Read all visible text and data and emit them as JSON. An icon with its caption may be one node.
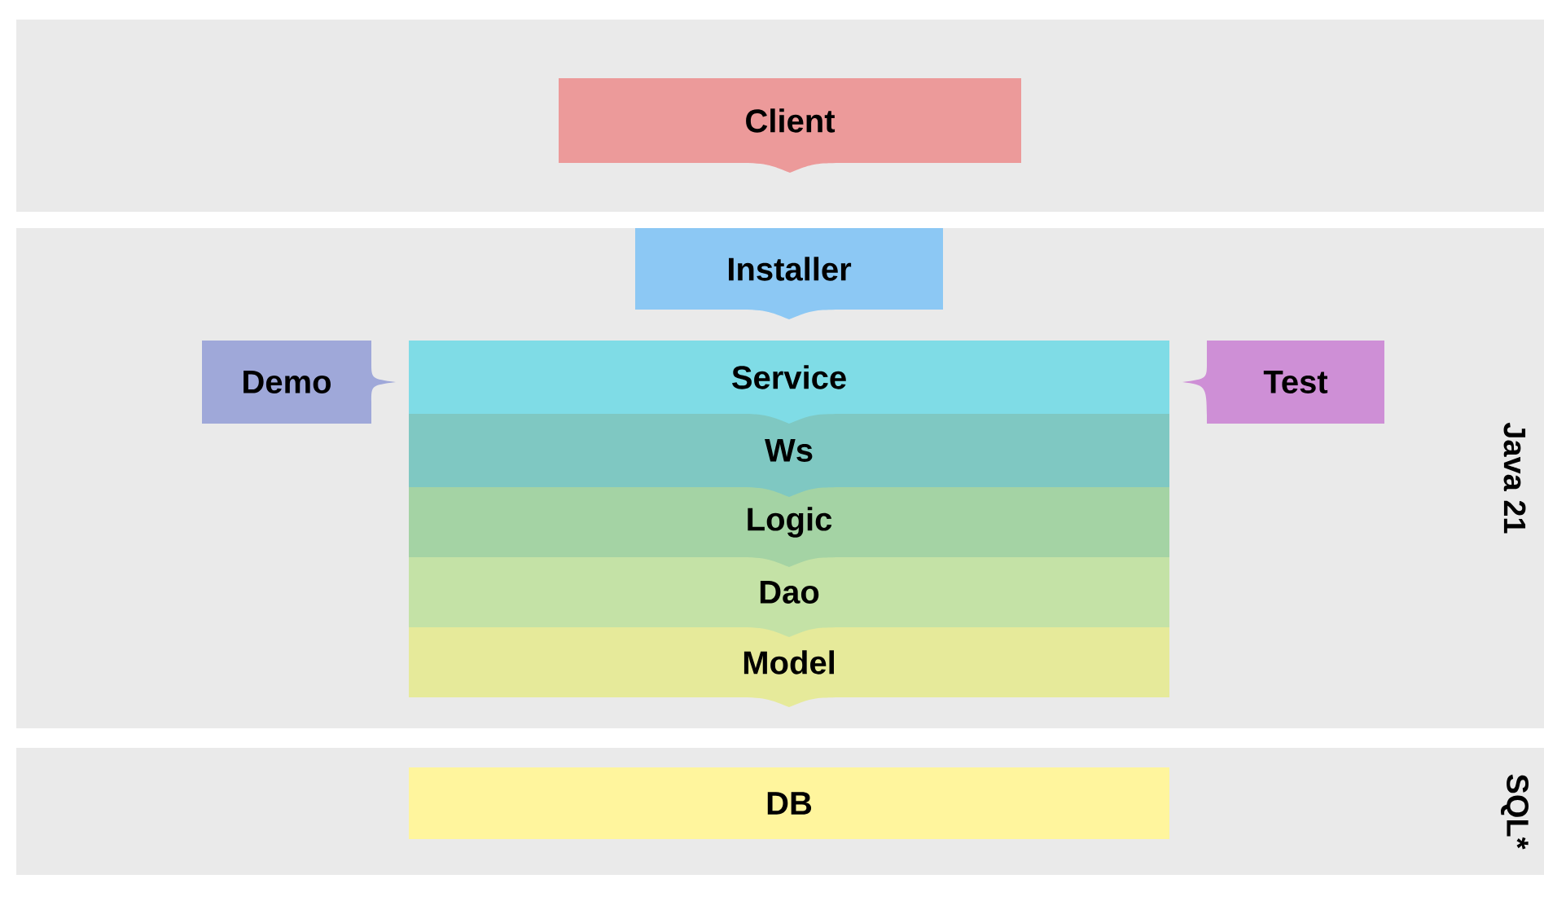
{
  "diagram": {
    "nodes": [
      {
        "text": [],
        "shape": "box"
      },
      {
        "text": [
          "Client"
        ],
        "in": 0
      },
      {
        "text": [
          "Java 21"
        ]
      },
      {
        "text": [
          "Installer"
        ],
        "in": 2
      },
      {
        "text": [
          "Demo"
        ],
        "in": 2
      },
      {
        "text": [
          "Service"
        ],
        "in": 2
      },
      {
        "text": [
          "Ws"
        ],
        "in": 2
      },
      {
        "text": [
          "Logic"
        ],
        "in": 2
      },
      {
        "text": [
          "Dao"
        ],
        "in": 2
      },
      {
        "text": [
          "Model"
        ],
        "in": 2
      },
      {
        "text": [
          "Test"
        ],
        "in": 2
      },
      {
        "text": [
          "SQL*"
        ]
      },
      {
        "text": [
          "DB"
        ],
        "in": 11
      }
    ]
  }
}
